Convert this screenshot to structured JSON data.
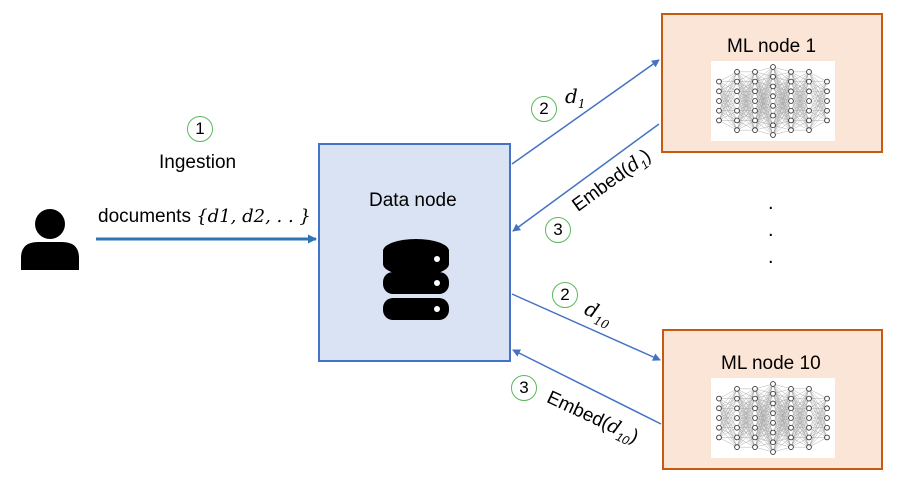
{
  "user": {
    "icon": "person-icon"
  },
  "ingestion": {
    "step": "1",
    "label": "Ingestion",
    "documents_label": "documents",
    "documents_set": "{d1, d2, . . }"
  },
  "data_node": {
    "label": "Data node",
    "icon": "database-icon"
  },
  "ml_nodes": [
    {
      "label": "ML node 1",
      "icon": "neural-network-icon"
    },
    {
      "label": "ML node 10",
      "icon": "neural-network-icon"
    }
  ],
  "flows": [
    {
      "step": "2",
      "base": "d",
      "sub": "1"
    },
    {
      "step": "3",
      "text": "Embed(",
      "base": "d",
      "sub": "1",
      "close": ")"
    },
    {
      "step": "2",
      "base": "d",
      "sub": "10"
    },
    {
      "step": "3",
      "text": "Embed(",
      "base": "d",
      "sub": "10",
      "close": ")"
    }
  ],
  "ellipsis": ".\n.\n.",
  "colors": {
    "data_node_fill": "#dae3f3",
    "data_node_border": "#4472c4",
    "ml_node_fill": "#fbe5d6",
    "ml_node_border": "#c55a11",
    "arrow": "#4472c4",
    "ingestion_arrow": "#2e75b6",
    "step_circle": "#5cb85c"
  }
}
